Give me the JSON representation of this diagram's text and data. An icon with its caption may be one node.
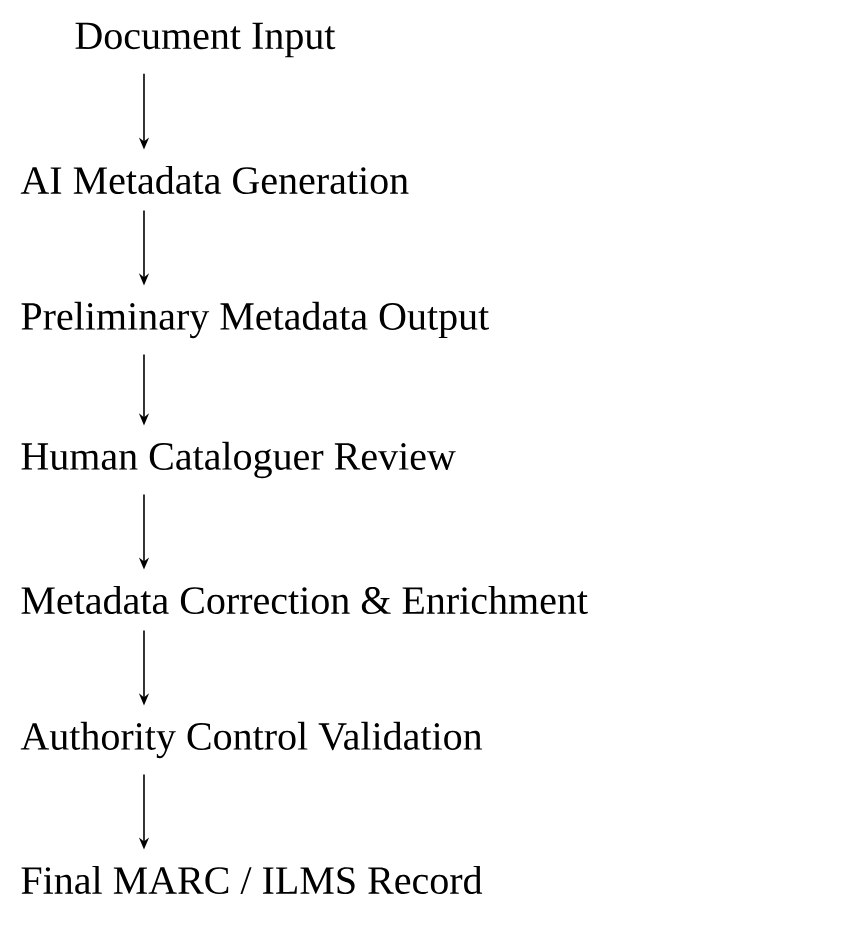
{
  "diagram": {
    "nodes": [
      {
        "text": [
          "Document Input"
        ]
      },
      {
        "text": [
          "AI Metadata Generation"
        ]
      },
      {
        "text": [
          "Preliminary Metadata Output"
        ]
      },
      {
        "text": [
          "Human Cataloguer Review"
        ]
      },
      {
        "text": [
          "Metadata Correction & Enrichment"
        ]
      },
      {
        "text": [
          "Authority Control Validation"
        ]
      },
      {
        "text": [
          "Final MARC / ILMS Record"
        ]
      }
    ],
    "edges": [
      {
        "from": 0,
        "to": 1,
        "arrow": "to"
      },
      {
        "from": 1,
        "to": 2,
        "arrow": "to"
      },
      {
        "from": 2,
        "to": 3,
        "arrow": "to"
      },
      {
        "from": 3,
        "to": 4,
        "arrow": "to"
      },
      {
        "from": 4,
        "to": 5,
        "arrow": "to"
      },
      {
        "from": 5,
        "to": 6,
        "arrow": "to"
      }
    ]
  }
}
